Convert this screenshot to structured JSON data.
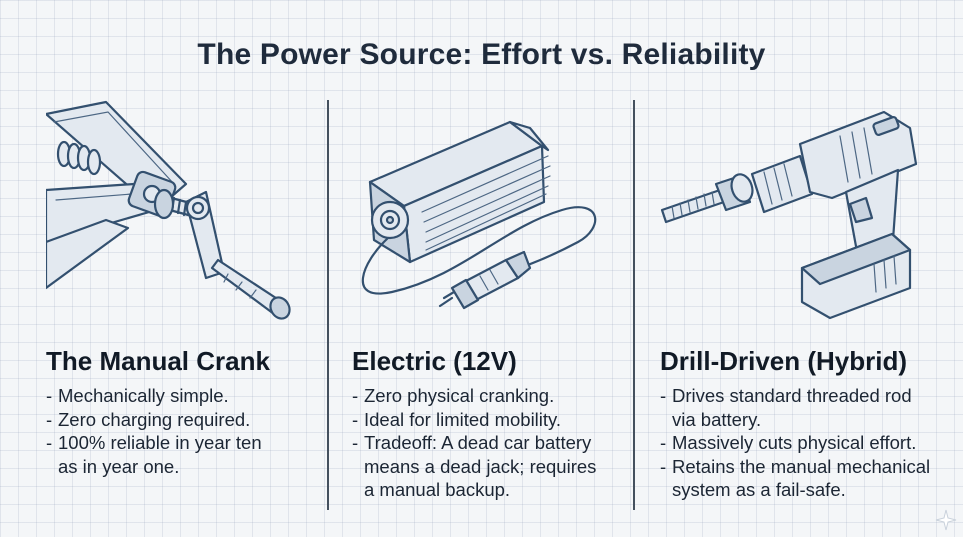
{
  "title": "The Power Source: Effort vs. Reliability",
  "columns": [
    {
      "heading": "The Manual Crank",
      "illustration_icon": "scissor-jack-crank-icon",
      "bullets": [
        [
          "Mechanically simple."
        ],
        [
          "Zero charging required."
        ],
        [
          "100% reliable in year ten",
          "as in year one."
        ]
      ]
    },
    {
      "heading": "Electric (12V)",
      "illustration_icon": "electric-motor-12v-plug-icon",
      "bullets": [
        [
          "Zero physical cranking."
        ],
        [
          "Ideal for limited mobility."
        ],
        [
          "Tradeoff: A dead car battery",
          "means a dead jack; requires",
          "a manual backup."
        ]
      ]
    },
    {
      "heading": "Drill-Driven (Hybrid)",
      "illustration_icon": "cordless-drill-icon",
      "bullets": [
        [
          "Drives standard threaded rod",
          "via battery."
        ],
        [
          "Massively cuts physical effort."
        ],
        [
          "Retains the manual mechanical",
          "system as a fail-safe."
        ]
      ]
    }
  ],
  "colors": {
    "background": "#f4f6f8",
    "ink": "#33506f",
    "text": "#1c2634"
  }
}
